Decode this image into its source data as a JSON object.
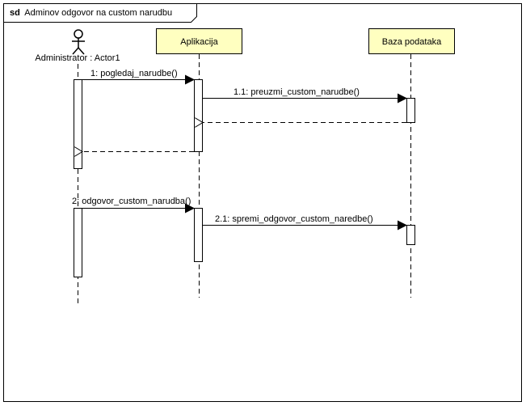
{
  "frame": {
    "keyword": "sd",
    "title": "Adminov odgovor na custom narudbu"
  },
  "lifelines": {
    "actor": {
      "label": "Administrator : Actor1",
      "icon": "stick-figure-icon"
    },
    "app": {
      "label": "Aplikacija"
    },
    "db": {
      "label": "Baza podataka"
    }
  },
  "messages": {
    "m1": "1: pogledaj_narudbe()",
    "m1_1": "1.1: preuzmi_custom_narudbe()",
    "m2": "2: odgovor_custom_narudba()",
    "m2_1": "2.1: spremi_odgovor_custom_naredbe()"
  },
  "colors": {
    "lifeline_head_fill": "#ffffc0",
    "line": "#000000",
    "background": "#ffffff"
  }
}
